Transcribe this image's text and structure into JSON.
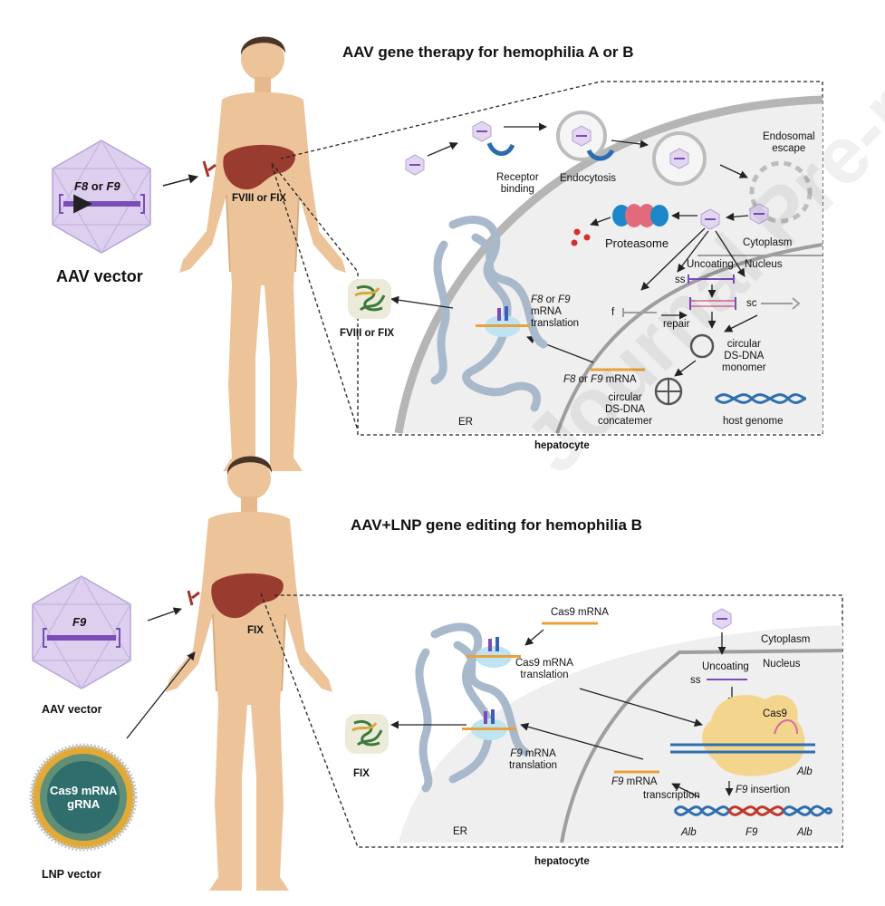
{
  "panel1": {
    "title": "AAV gene therapy for hemophilia A or B",
    "vector_genes_a": "F8",
    "vector_genes_or": " or ",
    "vector_genes_b": "F9",
    "vector_label": "AAV vector",
    "liver_product": "FVIII or FIX",
    "receptor_binding": "Receptor\nbinding",
    "endocytosis": "Endocytosis",
    "endosomal_escape": "Endosomal\nescape",
    "proteasome": "Proteasome",
    "cytoplasm": "Cytoplasm",
    "nucleus": "Nucleus",
    "uncoating": "Uncoating",
    "ss": "ss",
    "sc": "sc",
    "f": "f",
    "repair": "repair",
    "circular_monomer": "circular\nDS-DNA\nmonomer",
    "circular_concatemer": "circular\nDS-DNA\nconcatemer",
    "host_genome": "host genome",
    "mrna_a": "F8",
    "mrna_or": " or ",
    "mrna_b": "F9",
    "mrna_suffix": " mRNA",
    "translation_a": "F8",
    "translation_or": " or ",
    "translation_b": "F9",
    "translation_suffix": "mRNA\ntranslation",
    "protein_label": "FVIII or FIX",
    "er": "ER",
    "hepatocyte": "hepatocyte"
  },
  "panel2": {
    "title": "AAV+LNP gene editing for hemophilia B",
    "vector_gene": "F9",
    "aav_label": "AAV vector",
    "lnp_content": "Cas9 mRNA\ngRNA",
    "lnp_label": "LNP vector",
    "liver_product": "FIX",
    "cas9_mrna": "Cas9 mRNA",
    "cas9_translation": "Cas9 mRNA\ntranslation",
    "f9_translation_gene": "F9",
    "f9_translation_suffix": " mRNA\ntranslation",
    "f9_mrna_gene": "F9",
    "f9_mrna_suffix": " mRNA",
    "transcription": "transcription",
    "insertion_gene": "F9",
    "insertion_suffix": " insertion",
    "cytoplasm": "Cytoplasm",
    "nucleus": "Nucleus",
    "uncoating": "Uncoating",
    "ss": "ss",
    "cas9": "Cas9",
    "alb_top": "Alb",
    "alb_left": "Alb",
    "f9_gene": "F9",
    "alb_right": "Alb",
    "protein_label": "FIX",
    "er": "ER",
    "hepatocyte": "hepatocyte"
  },
  "colors": {
    "skin": "#EDC49A",
    "liver": "#9A3B2F",
    "capsid": "#D9C9EC",
    "cassette": "#7B4CB8",
    "membrane": "#BDBDBD",
    "er": "#A9B9CC",
    "proteasome_blue": "#1B86C9",
    "proteasome_pink": "#E26B7B",
    "dna_blue": "#2F6FAF",
    "dna_red": "#C0392B",
    "cas9": "#F3D58E"
  },
  "watermark": "Journal Pre-proof"
}
